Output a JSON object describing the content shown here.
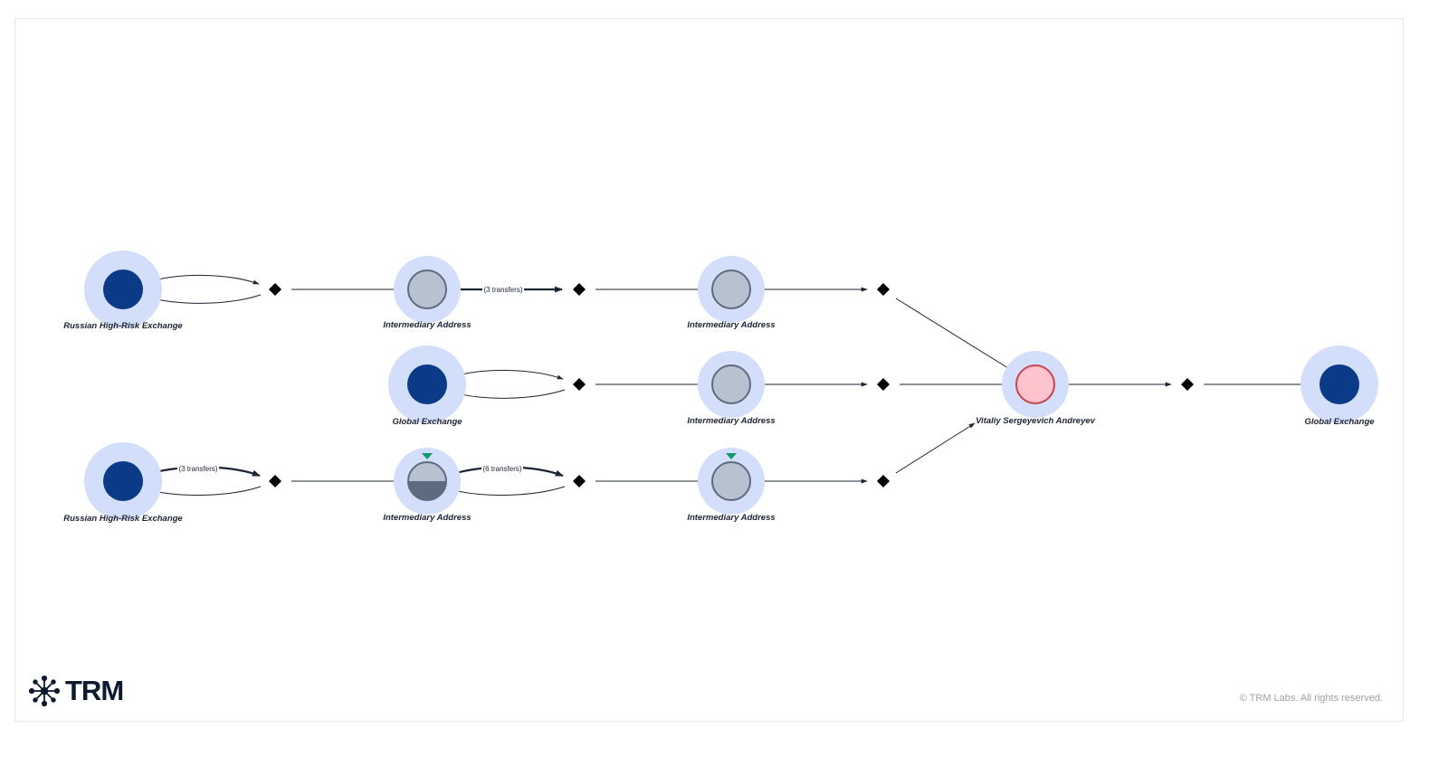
{
  "brand": {
    "logo_icon": "trm-network-icon",
    "name": "TRM",
    "copyright": "© TRM Labs. All rights reserved."
  },
  "colors": {
    "halo": "#d3defb",
    "exchange": "#0b3a86",
    "intermediary_fill": "#b8c1cf",
    "intermediary_stroke": "#5e6b7e",
    "sanctioned_fill": "#ffc3cd",
    "sanctioned_stroke": "#c9424f",
    "flag": "#16966a",
    "edge": "#1c2433"
  },
  "nodes": [
    {
      "id": "n1",
      "label": "Russian High-Risk Exchange",
      "kind": "exchange"
    },
    {
      "id": "n2",
      "label": "Intermediary Address",
      "kind": "intermediary"
    },
    {
      "id": "n3",
      "label": "Intermediary Address",
      "kind": "intermediary"
    },
    {
      "id": "n4",
      "label": "Global Exchange",
      "kind": "exchange"
    },
    {
      "id": "n5",
      "label": "Intermediary Address",
      "kind": "intermediary"
    },
    {
      "id": "n6",
      "label": "Russian High-Risk Exchange",
      "kind": "exchange"
    },
    {
      "id": "n7",
      "label": "Intermediary Address",
      "kind": "intermediary-half",
      "flagged": true
    },
    {
      "id": "n8",
      "label": "Intermediary Address",
      "kind": "intermediary",
      "flagged": true
    },
    {
      "id": "n9",
      "label": "Vitaliy Sergeyevich Andreyev",
      "kind": "sanctioned"
    },
    {
      "id": "n10",
      "label": "Global Exchange",
      "kind": "exchange"
    }
  ],
  "edge_labels": [
    {
      "id": "e-n2-d2",
      "text": "(3 transfers)"
    },
    {
      "id": "e-n6-d7",
      "text": "(3 transfers)"
    },
    {
      "id": "e-n7-d8",
      "text": "(6 transfers)"
    }
  ]
}
